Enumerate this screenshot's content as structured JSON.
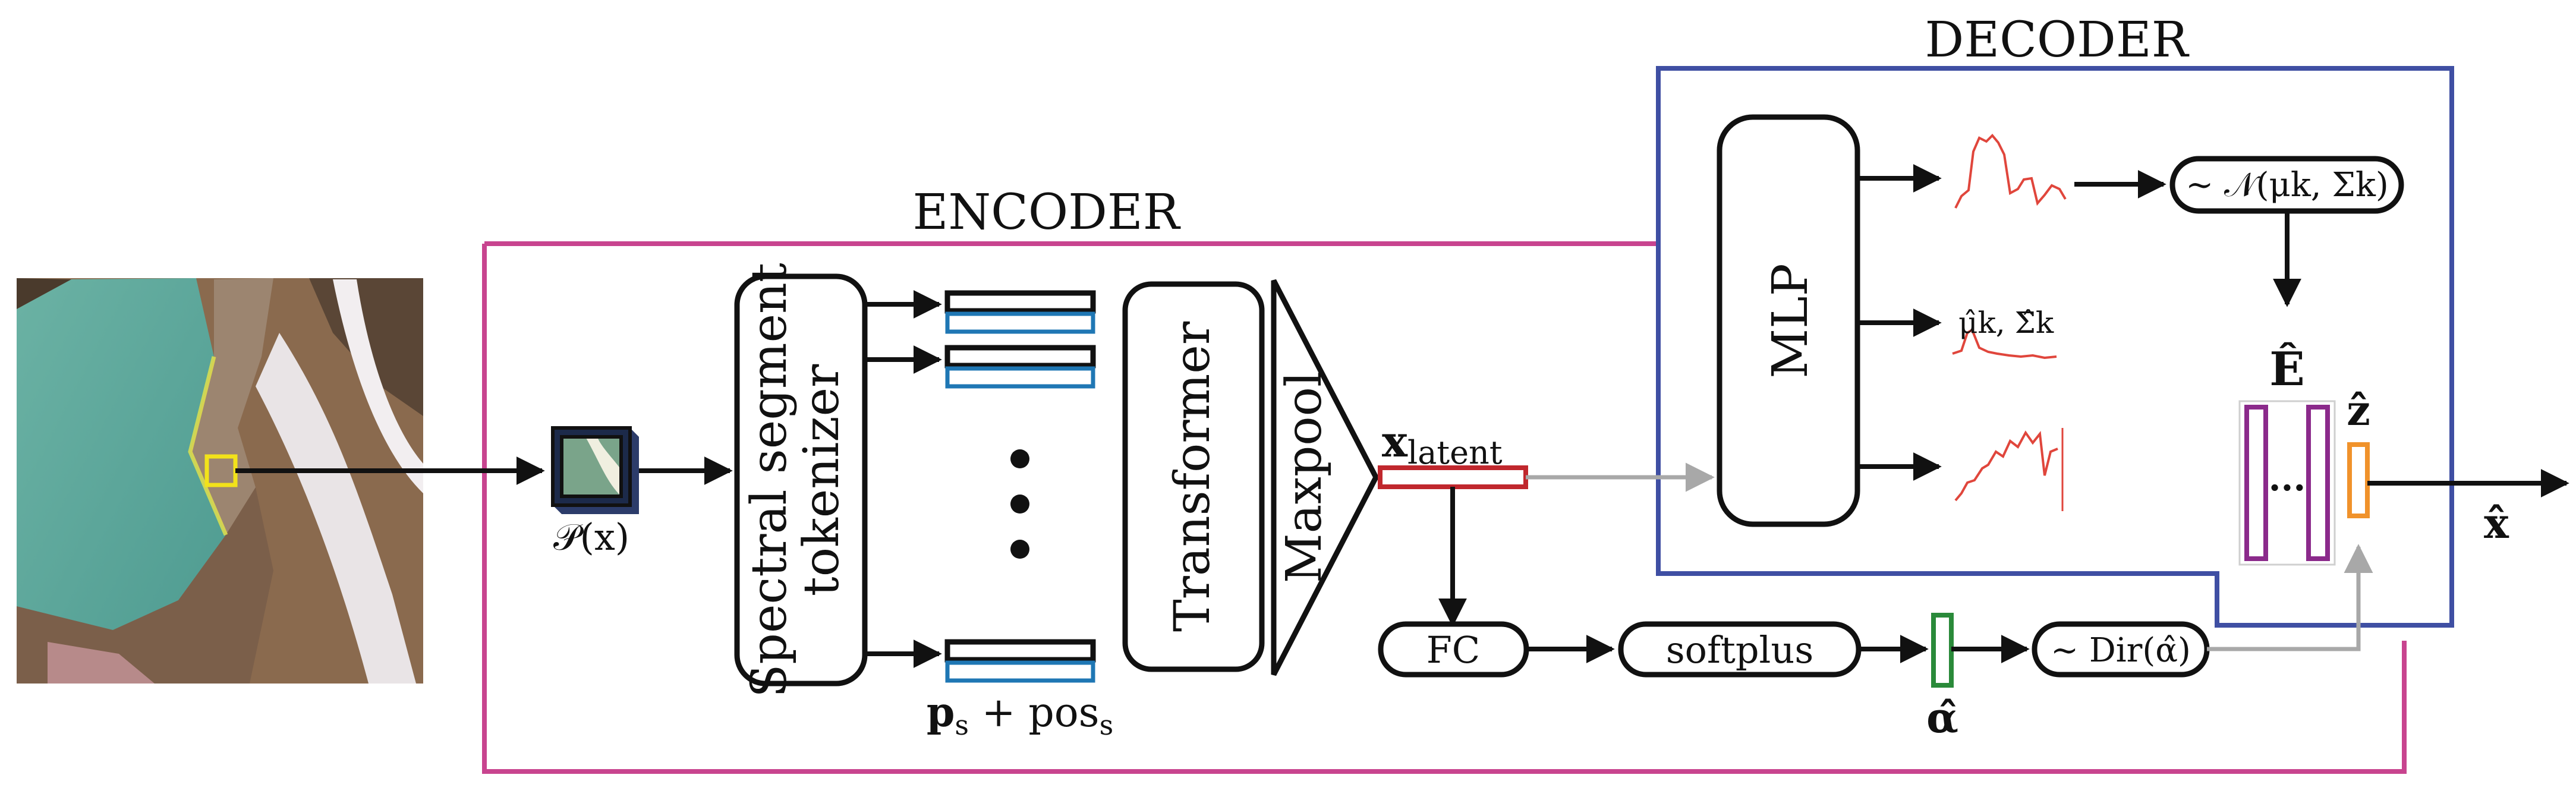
{
  "encoder": {
    "title": "ENCODER"
  },
  "decoder": {
    "title": "DECODER"
  },
  "input": {
    "patch_label": "𝒫(x)"
  },
  "tokenizer": {
    "label_line1": "Spectral segment",
    "label_line2": "tokenizer"
  },
  "tokens": {
    "label": "p_s + pos_s",
    "label_main": "p",
    "label_sub_s": "s",
    "label_plus": " + pos",
    "label_sub2": "s"
  },
  "transformer": {
    "label": "Transformer"
  },
  "maxpool": {
    "label": "Maxpool"
  },
  "latent": {
    "label_main": "x",
    "label_sub": "latent"
  },
  "fc": {
    "label": "FC"
  },
  "softplus": {
    "label": "softplus"
  },
  "alpha": {
    "label": "α̂"
  },
  "dirichlet": {
    "label": "~ Dir(α̂)"
  },
  "mlp": {
    "label": "MLP"
  },
  "mu_sigma": {
    "label": "μ̂k, Σ̂k"
  },
  "normal": {
    "label": "~ 𝒩(μk, Σk)"
  },
  "endmembers": {
    "label": "Ê",
    "dots": "..."
  },
  "abundance": {
    "label": "ẑ"
  },
  "output": {
    "label": "x̂"
  },
  "colors": {
    "encoder_border": "#c8448f",
    "decoder_border": "#3f4fa3",
    "token_blue": "#1f77b4",
    "latent_red": "#c0272d",
    "alpha_green": "#2a8a3a",
    "endmember_purple": "#8b2a8b",
    "abundance_orange": "#f0922b",
    "patch_yellow": "#f2e21a",
    "spectrum_red": "#e0463c"
  }
}
